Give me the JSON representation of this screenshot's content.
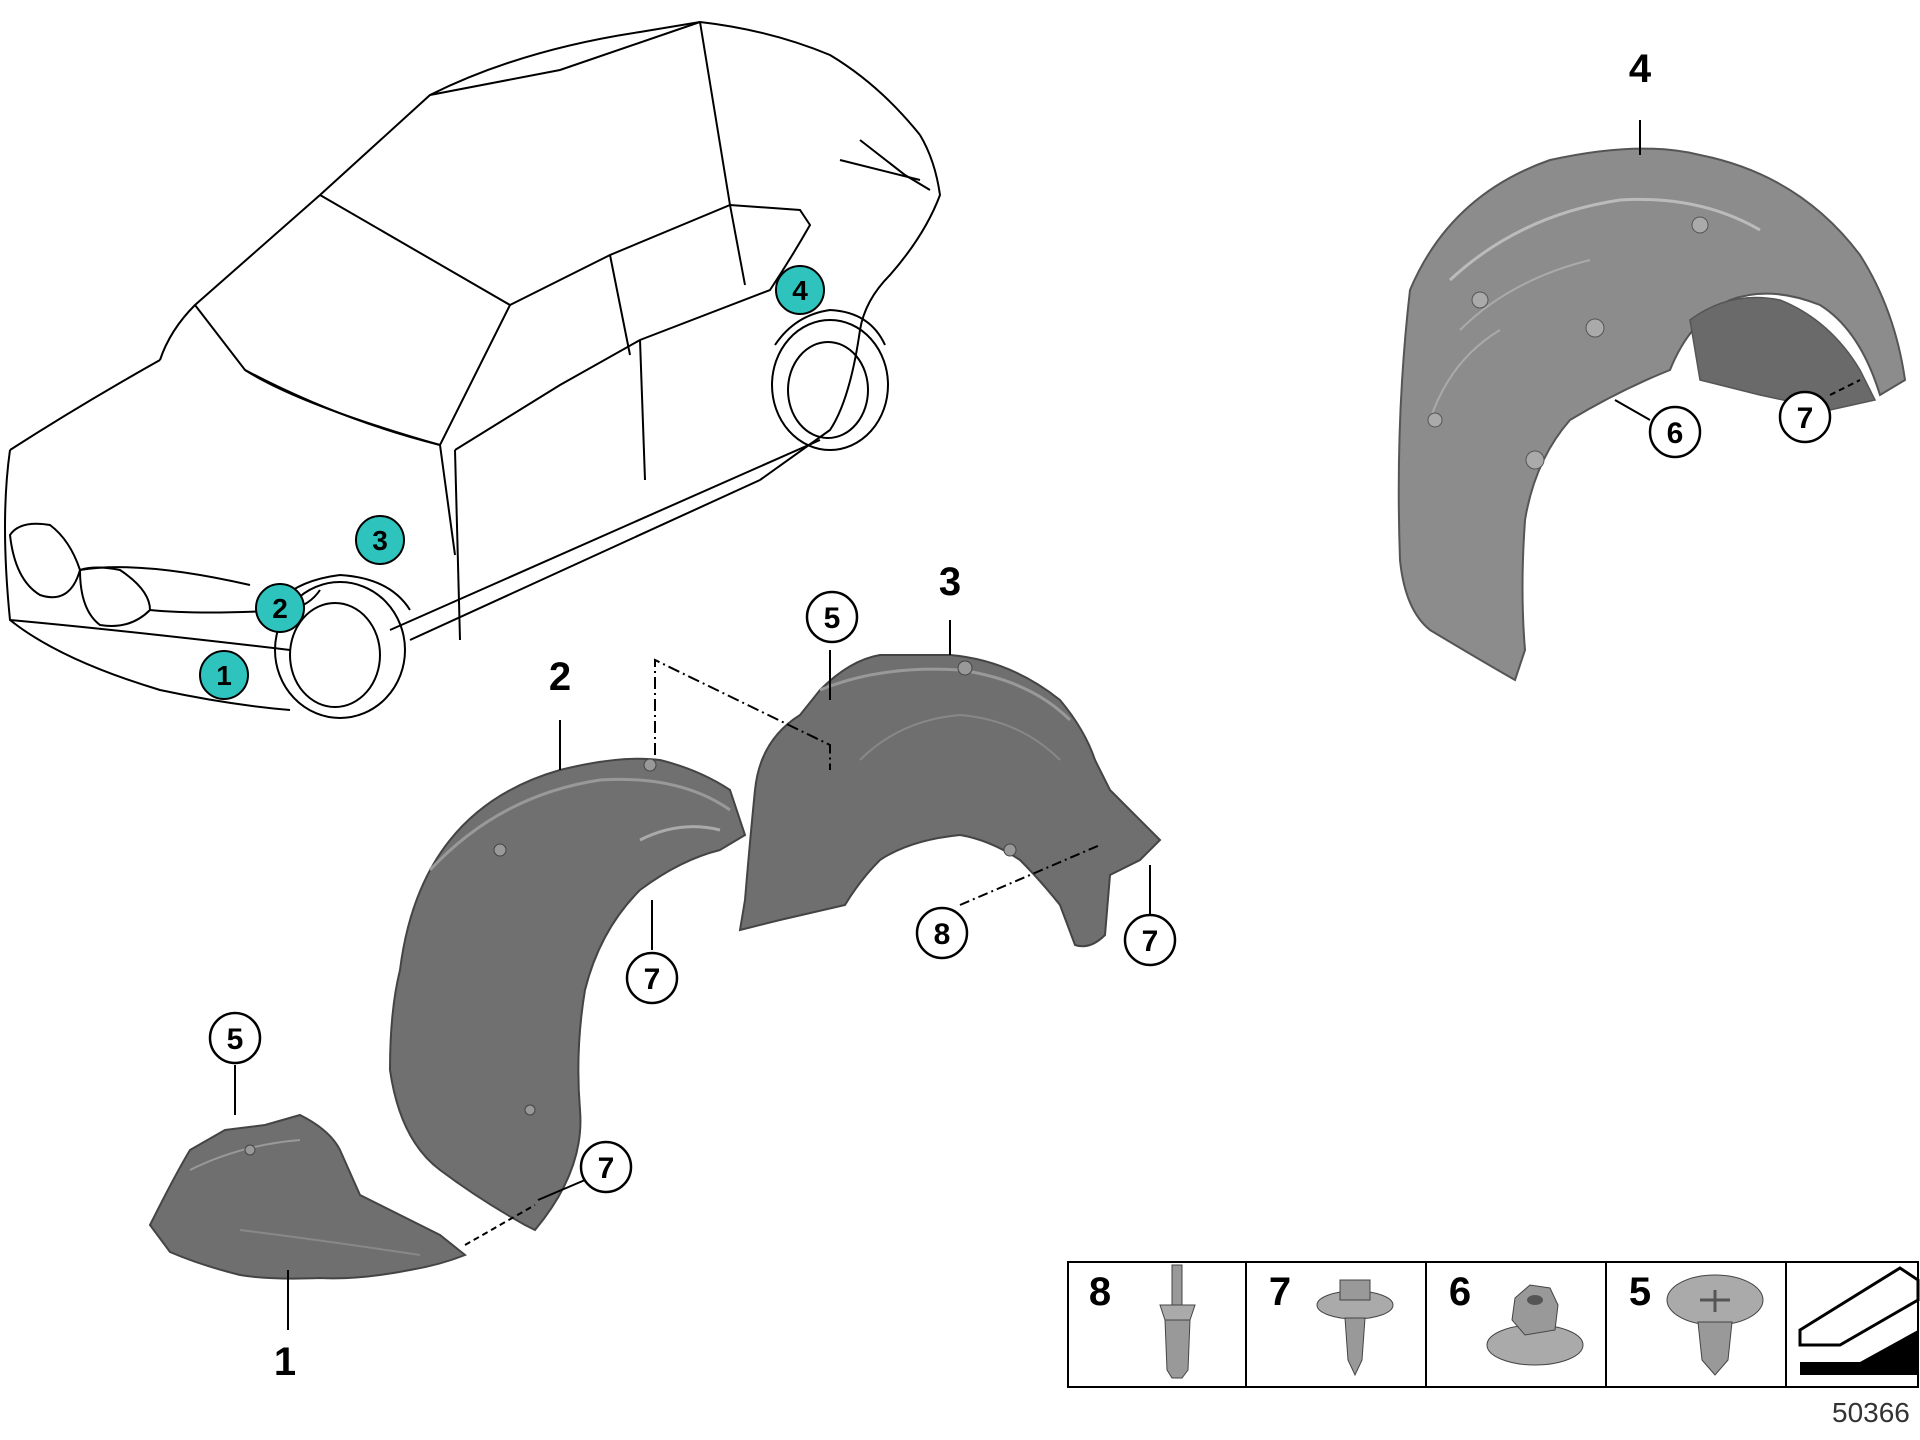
{
  "colors": {
    "line": "#000000",
    "location_marker_fill": "#2ec4bd",
    "part_fill": "#6f6f6f",
    "part_dark": "#555555",
    "part_light": "#9a9a9a",
    "background": "#ffffff"
  },
  "car_location_markers": [
    "1",
    "2",
    "3",
    "4"
  ],
  "part_labels": {
    "p1": "1",
    "p2": "2",
    "p3": "3",
    "p4": "4"
  },
  "callouts": {
    "c5_left": "5",
    "c5_mid": "5",
    "c6": "6",
    "c7_right": "7",
    "c7_p2": "7",
    "c7_p1": "7",
    "c7_p3": "7",
    "c8": "8"
  },
  "legend": {
    "items": [
      {
        "number": "8",
        "icon": "expanding-rivet-icon"
      },
      {
        "number": "7",
        "icon": "collar-screw-icon"
      },
      {
        "number": "6",
        "icon": "hex-nut-icon"
      },
      {
        "number": "5",
        "icon": "spreader-nut-icon"
      }
    ],
    "last_icon": "direction-arrow-icon"
  },
  "reference_number": "50366"
}
